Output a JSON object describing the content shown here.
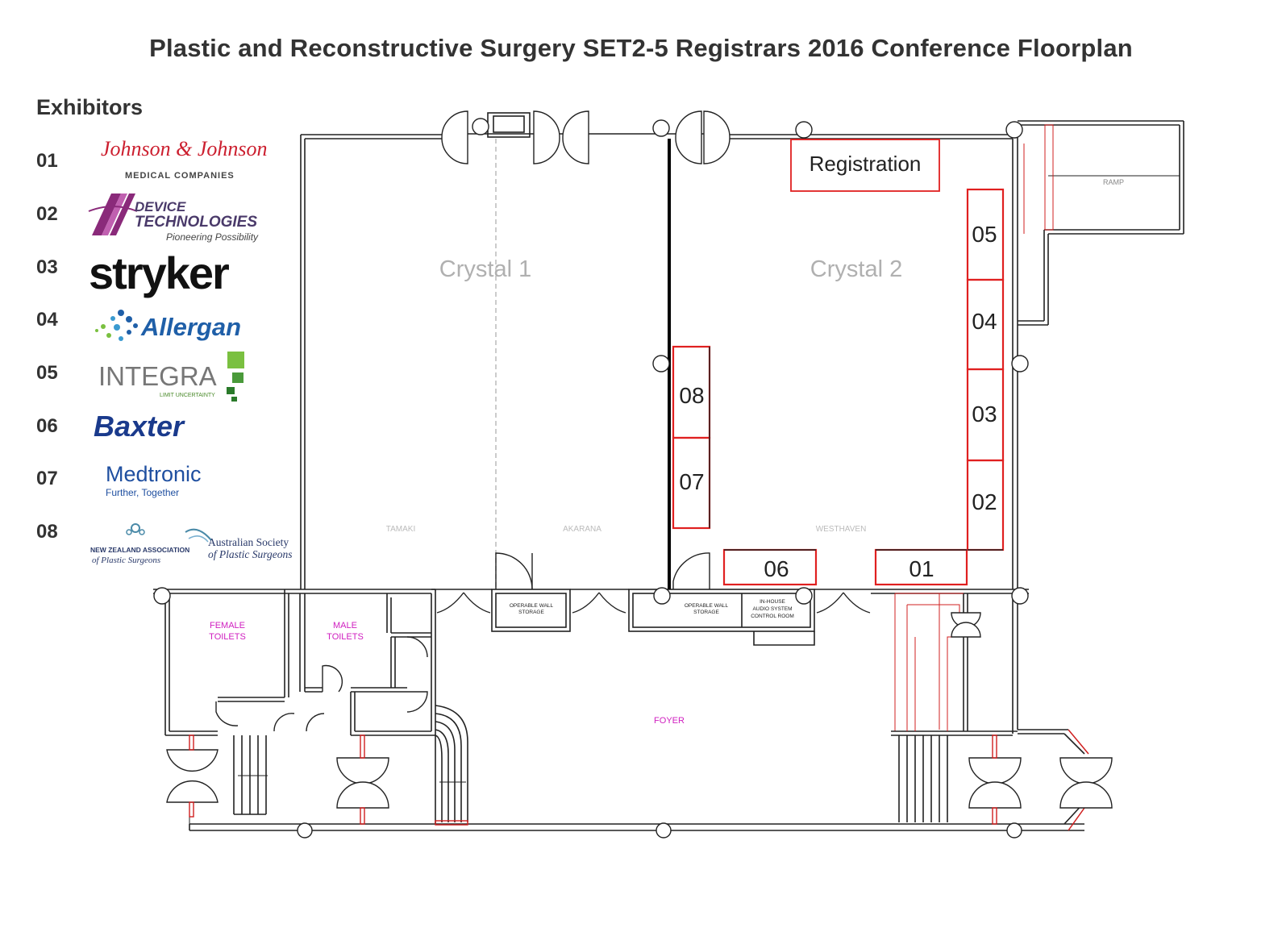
{
  "title": "Plastic and Reconstructive Surgery SET2-5 Registrars 2016 Conference Floorplan",
  "exhibitors_heading": "Exhibitors",
  "exhibitors": [
    {
      "number": "01",
      "logo_text": "Johnson & Johnson",
      "logo_sub": "MEDICAL COMPANIES",
      "color": "#cc1f2f"
    },
    {
      "number": "02",
      "logo_text": "DEVICE",
      "logo_text2": "TECHNOLOGIES",
      "logo_sub": "Pioneering Possibility",
      "color": "#8a2a7a"
    },
    {
      "number": "03",
      "logo_text": "stryker",
      "color": "#111111"
    },
    {
      "number": "04",
      "logo_text": "Allergan",
      "color": "#1f5fa8"
    },
    {
      "number": "05",
      "logo_text": "INTEGRA",
      "logo_sub": "LIMIT UNCERTAINTY",
      "color": "#4a8a2a"
    },
    {
      "number": "06",
      "logo_text": "Baxter",
      "color": "#1a3a8c"
    },
    {
      "number": "07",
      "logo_text": "Medtronic",
      "logo_sub": "Further, Together",
      "color": "#1f4fa0"
    },
    {
      "number": "08",
      "logo_text": "NEW ZEALAND ASSOCIATION",
      "logo_sub": "of Plastic Surgeons",
      "logo_text_b": "Australian Society",
      "logo_sub_b": "of Plastic Surgeons",
      "color": "#2a3a6a"
    }
  ],
  "rooms": {
    "crystal1": "Crystal 1",
    "crystal2": "Crystal 2",
    "tamaki": "TAMAKI",
    "akarana": "AKARANA",
    "westhaven": "WESTHAVEN",
    "female_toilets_1": "FEMALE",
    "female_toilets_2": "TOILETS",
    "male_toilets_1": "MALE",
    "male_toilets_2": "TOILETS",
    "foyer": "FOYER",
    "ramp": "RAMP",
    "operable_wall_1a": "OPERABLE WALL",
    "operable_wall_1b": "STORAGE",
    "operable_wall_2a": "OPERABLE WALL",
    "operable_wall_2b": "STORAGE",
    "inhouse_1": "IN-HOUSE",
    "inhouse_2": "AUDIO SYSTEM",
    "inhouse_3": "CONTROL ROOM"
  },
  "registration": "Registration",
  "booths": {
    "b01": "01",
    "b02": "02",
    "b03": "03",
    "b04": "04",
    "b05": "05",
    "b06": "06",
    "b07": "07",
    "b08": "08"
  },
  "colors": {
    "booth": "#e02020",
    "room_label": "#b0b0b0",
    "toilet_label": "#d020c0",
    "wall": "#222222"
  }
}
